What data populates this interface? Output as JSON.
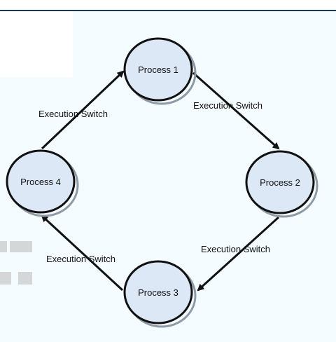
{
  "diagram": {
    "nodes": [
      {
        "id": "p1",
        "label": "Process 1"
      },
      {
        "id": "p2",
        "label": "Process 2"
      },
      {
        "id": "p3",
        "label": "Process 3"
      },
      {
        "id": "p4",
        "label": "Process 4"
      }
    ],
    "edges": [
      {
        "from": "p1",
        "to": "p2",
        "label": "Execution Switch"
      },
      {
        "from": "p2",
        "to": "p3",
        "label": "Execution Switch"
      },
      {
        "from": "p3",
        "to": "p4",
        "label": "Execution Switch"
      },
      {
        "from": "p4",
        "to": "p1",
        "label": "Execution Switch"
      }
    ]
  },
  "colors": {
    "node_fill": "#dde8f6",
    "node_stroke": "#111111",
    "node_shadow": "#8e9aa6",
    "arrow": "#111111"
  }
}
